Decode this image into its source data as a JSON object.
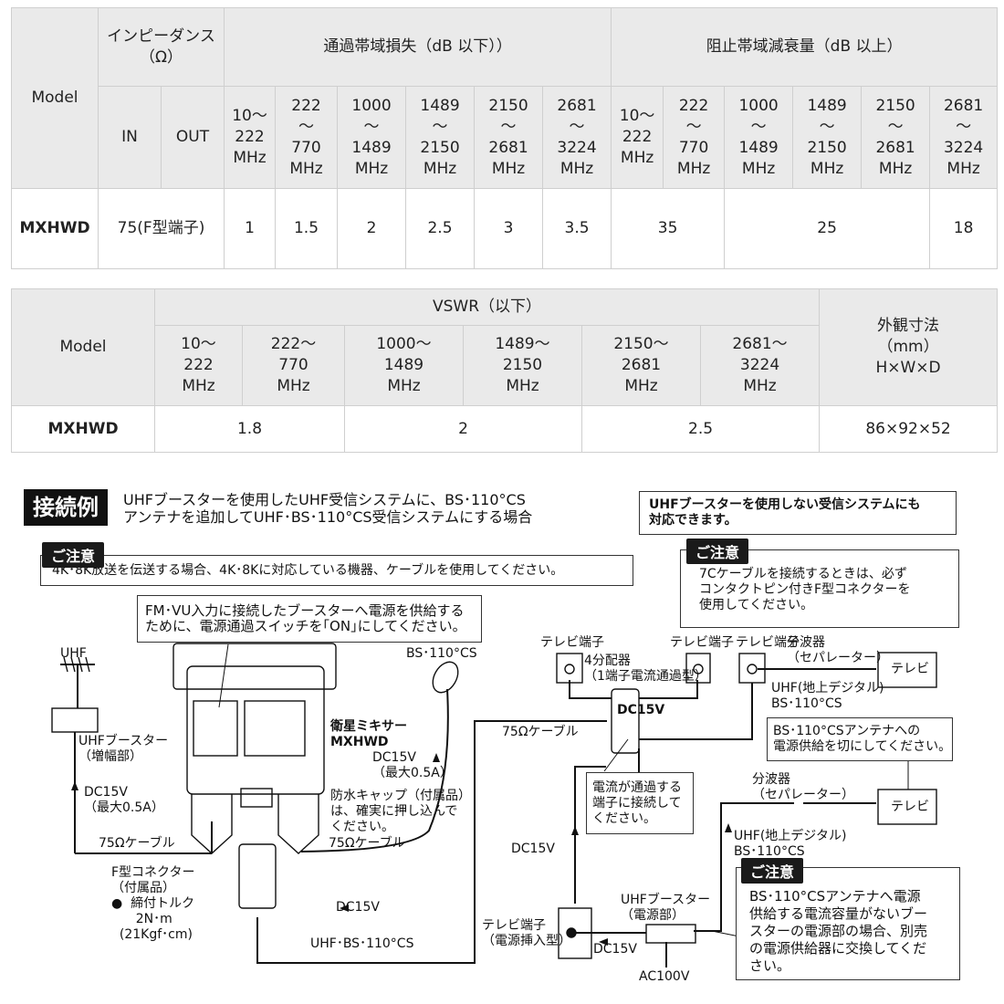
{
  "table1": {
    "model_header": "Model",
    "impedance_header": "インピーダンス\n（Ω）",
    "in_label": "IN",
    "out_label": "OUT",
    "passband_header": "通過帯域損失（dB 以下））",
    "stopband_header": "阻止帯域減衰量（dB 以上）",
    "passband_freqs": [
      "10〜\n222\nMHz",
      "222\n〜\n770\nMHz",
      "1000\n〜\n1489\nMHz",
      "1489\n〜\n2150\nMHz",
      "2150\n〜\n2681\nMHz",
      "2681\n〜\n3224\nMHz"
    ],
    "stopband_freqs": [
      "10〜\n222\nMHz",
      "222\n〜\n770\nMHz",
      "1000\n〜\n1489\nMHz",
      "1489\n〜\n2150\nMHz",
      "2150\n〜\n2681\nMHz",
      "2681\n〜\n3224\nMHz"
    ],
    "row": {
      "model": "MXHWD",
      "impedance": "75(F型端子)",
      "passband": [
        "1",
        "1.5",
        "2",
        "2.5",
        "3",
        "3.5"
      ],
      "stopband": [
        "35",
        "25",
        "18"
      ]
    }
  },
  "table2": {
    "model_header": "Model",
    "vswr_header": "VSWR（以下）",
    "size_header": "外観寸法\n（mm）\nH×W×D",
    "freqs": [
      "10〜\n222\nMHz",
      "222〜\n770\nMHz",
      "1000〜\n1489\nMHz",
      "1489〜\n2150\nMHz",
      "2150〜\n2681\nMHz",
      "2681〜\n3224\nMHz"
    ],
    "row": {
      "model": "MXHWD",
      "vswr": [
        "1.8",
        "2",
        "2.5"
      ],
      "size": "86×92×52"
    }
  },
  "diagram": {
    "badge": "接続例",
    "title": "UHFブースターを使用したUHF受信システムに、BS･110°CS\nアンテナを追加してUHF･BS･110°CS受信システムにする場合",
    "note_top_right": "UHFブースターを使用しない受信システムにも\n対応できます。",
    "caution_label": "ご注意",
    "caution1": "4K･8K放送を伝送する場合、4K･8Kに対応している機器、ケーブルを使用してください。",
    "caution2": "7Cケーブルを接続するときは、必ず\nコンタクトピン付きF型コネクターを\n使用してください。",
    "caution3": "BS･110°CSアンテナへ電源\n供給する電流容量がないブー\nスターの電源部の場合、別売\nの電源供給器に交換してくだ\nさい。",
    "fmvu_note": "FM･VU入力に接続したブースターへ電源を供給する\nために、電源通過スイッチを｢ON｣にしてください。",
    "uhf": "UHF",
    "bs_antenna": "BS･110°CS",
    "booster_amp": "UHFブースター\n（増幅部）",
    "dc_left": "DC15V\n（最大0.5A）",
    "cable_left": "75Ωケーブル",
    "mixer_name": "衛星ミキサー\nMXHWD",
    "dc_mixer": "DC15V\n（最大0.5A）",
    "cap_note": "防水キャップ（付属品）\nは、確実に押し込んで\nください。",
    "cable_right": "75Ωケーブル",
    "cable_mid": "75Ωケーブル",
    "f_connector": "F型コネクター\n（付属品）",
    "torque": "●  締付トルク\n      2N･m\n  (21Kgf･cm)",
    "dc_bottom": "DC15V",
    "uhf_bs_bottom": "UHF･BS･110°CS",
    "tv_terminal1": "テレビ端子",
    "tv_terminal2": "テレビ端子",
    "tv_terminal3": "テレビ端子",
    "splitter4": "4分配器\n（1端子電流通過型）",
    "dc_splitter": "DC15V",
    "separator1": "分波器\n（セパレーター）",
    "tv1": "テレビ",
    "uhf_digital1": "UHF(地上デジタル)\nBS･110°CS",
    "bs_power_note": "BS･110°CSアンテナへの\n電源供給を切にしてください。",
    "current_note": "電流が通過する\n端子に接続して\nください。",
    "separator2": "分波器\n（セパレーター）",
    "tv2": "テレビ",
    "uhf_digital2": "UHF(地上デジタル)\nBS･110°CS",
    "dc_mid": "DC15V",
    "booster_power": "UHFブースター\n（電源部）",
    "tv_terminal_power": "テレビ端子\n（電源挿入型）",
    "dc_lower": "DC15V",
    "ac": "AC100V"
  }
}
